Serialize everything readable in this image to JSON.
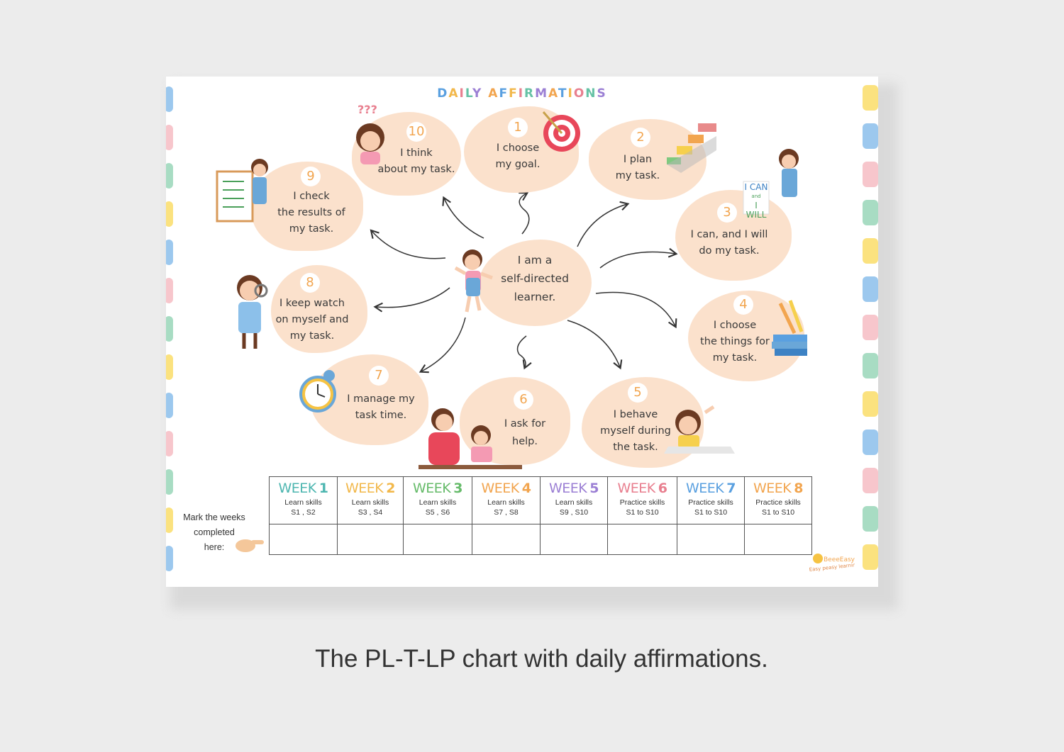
{
  "poster": {
    "title": "DAILY AFFIRMATIONS",
    "title_colors": [
      "#5aa0e0",
      "#f2b84b",
      "#e87f8f",
      "#66c2a5",
      "#9b7fd4",
      "#f2a54f"
    ],
    "center": {
      "line1": "I am a",
      "line2": "self-directed",
      "line3": "learner."
    },
    "affirmations": [
      {
        "num": "1",
        "line1": "I choose",
        "line2": "my goal."
      },
      {
        "num": "2",
        "line1": "I plan",
        "line2": "my task."
      },
      {
        "num": "3",
        "line1": "I can, and I will",
        "line2": "do my task."
      },
      {
        "num": "4",
        "line1": "I choose",
        "line2": "the things for",
        "line3": "my task."
      },
      {
        "num": "5",
        "line1": "I  behave",
        "line2": "myself during",
        "line3": "the task."
      },
      {
        "num": "6",
        "line1": "I ask for",
        "line2": "help."
      },
      {
        "num": "7",
        "line1": "I manage my",
        "line2": "task time."
      },
      {
        "num": "8",
        "line1": "I keep watch",
        "line2": "on myself and",
        "line3": "my task."
      },
      {
        "num": "9",
        "line1": "I check",
        "line2": "the results of",
        "line3": "my task."
      },
      {
        "num": "10",
        "line1": "I  think",
        "line2": "about my task."
      }
    ],
    "sticker": {
      "line1": "I CAN",
      "line2": "and",
      "line3": "I WILL"
    },
    "question_marks": "???",
    "weeks": [
      {
        "word": "WEEK",
        "num": "1",
        "sub1": "Learn skills",
        "sub2": "S1 , S2",
        "color": "#4db6b0"
      },
      {
        "word": "WEEK",
        "num": "2",
        "sub1": "Learn skills",
        "sub2": "S3 , S4",
        "color": "#f2b84b"
      },
      {
        "word": "WEEK",
        "num": "3",
        "sub1": "Learn skills",
        "sub2": "S5 , S6",
        "color": "#66bb6a"
      },
      {
        "word": "WEEK",
        "num": "4",
        "sub1": "Learn skills",
        "sub2": "S7 , S8",
        "color": "#f2a54f"
      },
      {
        "word": "WEEK",
        "num": "5",
        "sub1": "Learn skills",
        "sub2": "S9 , S10",
        "color": "#9b7fd4"
      },
      {
        "word": "WEEK",
        "num": "6",
        "sub1": "Practice skills",
        "sub2": "S1 to S10",
        "color": "#e87f8f"
      },
      {
        "word": "WEEK",
        "num": "7",
        "sub1": "Practice skills",
        "sub2": "S1 to S10",
        "color": "#5aa0e0"
      },
      {
        "word": "WEEK",
        "num": "8",
        "sub1": "Practice skills",
        "sub2": "S1 to S10",
        "color": "#f2a54f"
      }
    ],
    "mark_text": {
      "line1": "Mark the weeks",
      "line2": "completed",
      "line3": "here:"
    },
    "logo": {
      "name": "BeeeEasy",
      "tagline": "Easy peasy learning"
    },
    "tab_colors": [
      "#9cc8ee",
      "#f7c6cc",
      "#a8dcc3",
      "#fbe27f"
    ]
  },
  "caption": "The PL-T-LP chart with daily affirmations."
}
